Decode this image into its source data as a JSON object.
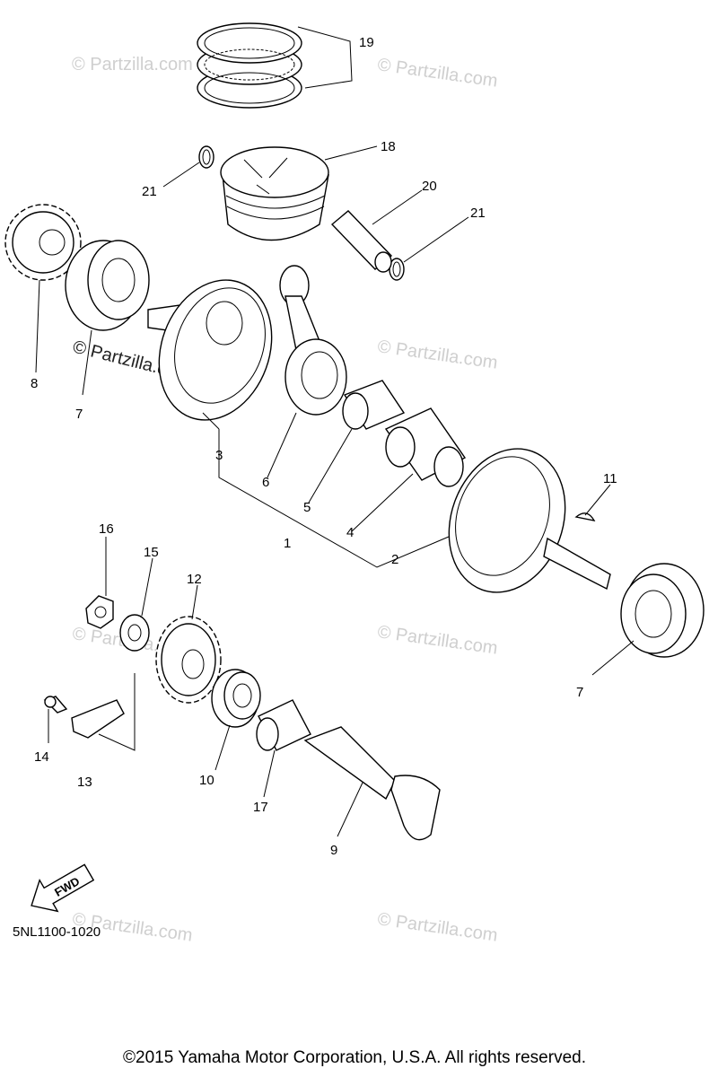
{
  "watermark": "© Partzilla.com",
  "watermark_dark": "© Partzilla.com",
  "fwd_label": "FWD",
  "diagram_code": "5NL1100-1020",
  "copyright": "©2015 Yamaha Motor Corporation, U.S.A. All rights reserved.",
  "callouts": {
    "c1": "1",
    "c2": "2",
    "c3": "3",
    "c4": "4",
    "c5": "5",
    "c6": "6",
    "c7a": "7",
    "c7b": "7",
    "c8": "8",
    "c9": "9",
    "c10": "10",
    "c11": "11",
    "c12": "12",
    "c13": "13",
    "c14": "14",
    "c15": "15",
    "c16": "16",
    "c17": "17",
    "c18": "18",
    "c19": "19",
    "c20": "20",
    "c21a": "21",
    "c21b": "21"
  }
}
